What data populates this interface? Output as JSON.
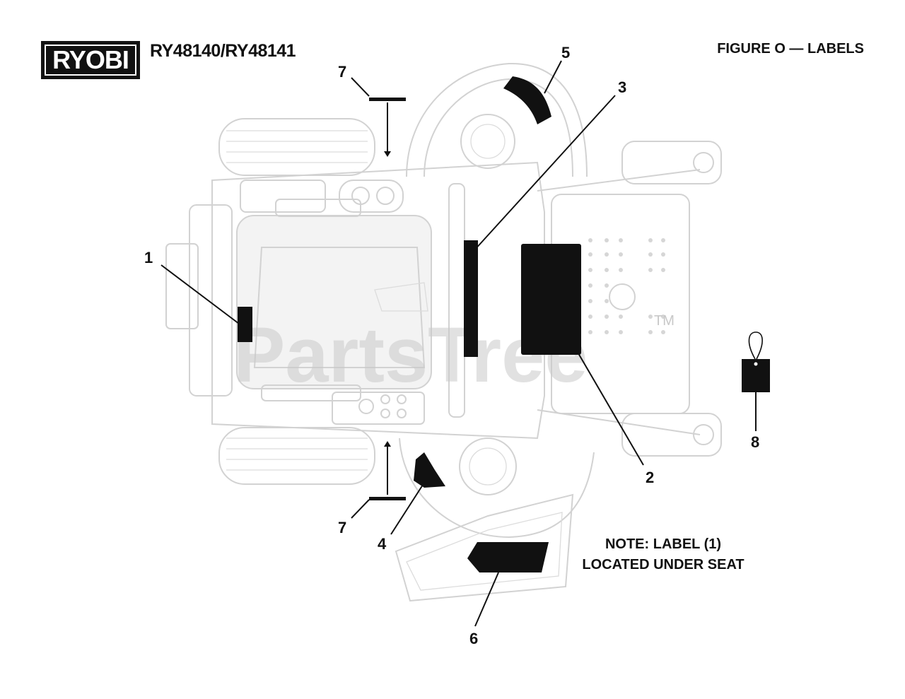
{
  "header": {
    "logo_text": "RYOBI",
    "model": "RY48140/RY48141",
    "figure_title": "FIGURE O — LABELS"
  },
  "note": {
    "line1": "NOTE: LABEL (1)",
    "line2": "LOCATED UNDER SEAT"
  },
  "watermark": {
    "text": "PartsTree",
    "tm": "TM"
  },
  "callouts": {
    "c1": "1",
    "c2": "2",
    "c3": "3",
    "c4": "4",
    "c5": "5",
    "c6": "6",
    "c7_top": "7",
    "c7_bottom": "7",
    "c8": "8"
  },
  "colors": {
    "label_fill": "#111111",
    "line_art": "#d2d2d2",
    "watermark": "#c8c8c8"
  }
}
